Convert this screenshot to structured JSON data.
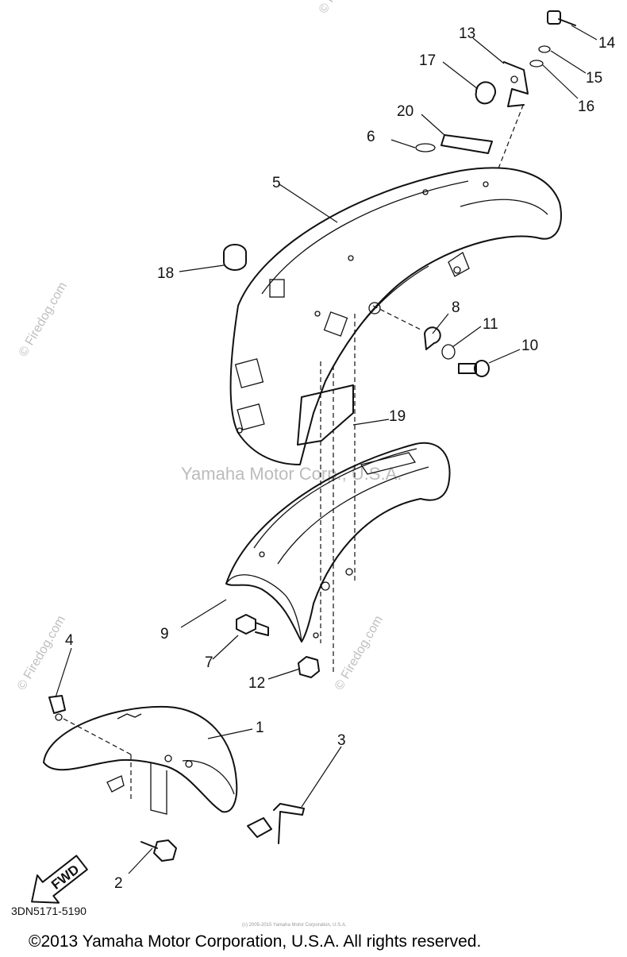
{
  "diagram": {
    "parts": [
      {
        "no": "1"
      },
      {
        "no": "2"
      },
      {
        "no": "3"
      },
      {
        "no": "4"
      },
      {
        "no": "5"
      },
      {
        "no": "6"
      },
      {
        "no": "7"
      },
      {
        "no": "8"
      },
      {
        "no": "9"
      },
      {
        "no": "10"
      },
      {
        "no": "11"
      },
      {
        "no": "12"
      },
      {
        "no": "13"
      },
      {
        "no": "14"
      },
      {
        "no": "15"
      },
      {
        "no": "16"
      },
      {
        "no": "17"
      },
      {
        "no": "18"
      },
      {
        "no": "19"
      },
      {
        "no": "20"
      }
    ],
    "fwd_label": "FWD",
    "drawing_code": "3DN5171-5190",
    "watermark_center": "Yamaha Motor Corp., U.S.A.",
    "watermark_small": "(c) 2005-2015 Yamaha Motor Corporation, U.S.A.",
    "watermark_site": "© Firedog.com"
  },
  "footer": {
    "copyright": "©2013 Yamaha Motor Corporation, U.S.A. All rights reserved."
  }
}
